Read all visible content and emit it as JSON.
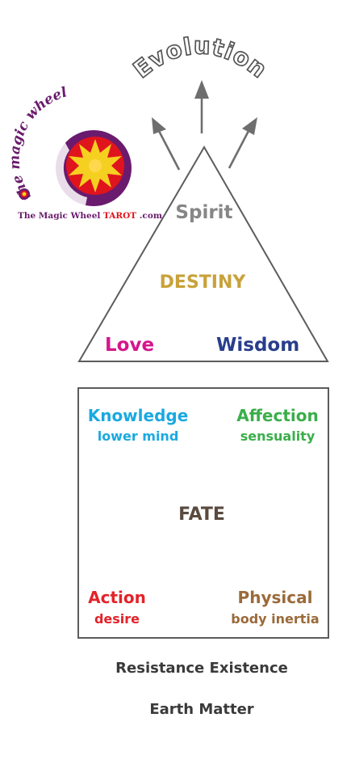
{
  "top": {
    "evolution": "Evolution"
  },
  "logo": {
    "arc_text": "the magic wheel",
    "caption_prefix": "The Magic Wheel ",
    "caption_tarot": "TAROT",
    "caption_suffix": " .com"
  },
  "triangle": {
    "spirit": "Spirit",
    "destiny": "DESTINY",
    "love": "Love",
    "wisdom": "Wisdom"
  },
  "square": {
    "knowledge": "Knowledge",
    "lower_mind": "lower mind",
    "affection": "Affection",
    "sensuality": "sensuality",
    "fate": "FATE",
    "action": "Action",
    "desire": "desire",
    "physical": "Physical",
    "body_inertia": "body inertia"
  },
  "bottom": {
    "resistance": "Resistance Existence",
    "earth": "Earth Matter"
  },
  "colors": {
    "spirit": "#868686",
    "destiny": "#c8a23a",
    "love": "#d6158d",
    "wisdom": "#283e8c",
    "knowledge": "#1aa9e1",
    "affection": "#3aae4a",
    "fate": "#5a4a3f",
    "action": "#e3232a",
    "physical": "#9a6a3a",
    "bottom_text": "#3a3a3a",
    "arrows": "#6e6e6e",
    "logo_purple": "#6a1b6d",
    "logo_yellow": "#f5d020",
    "logo_red": "#e0141d"
  }
}
